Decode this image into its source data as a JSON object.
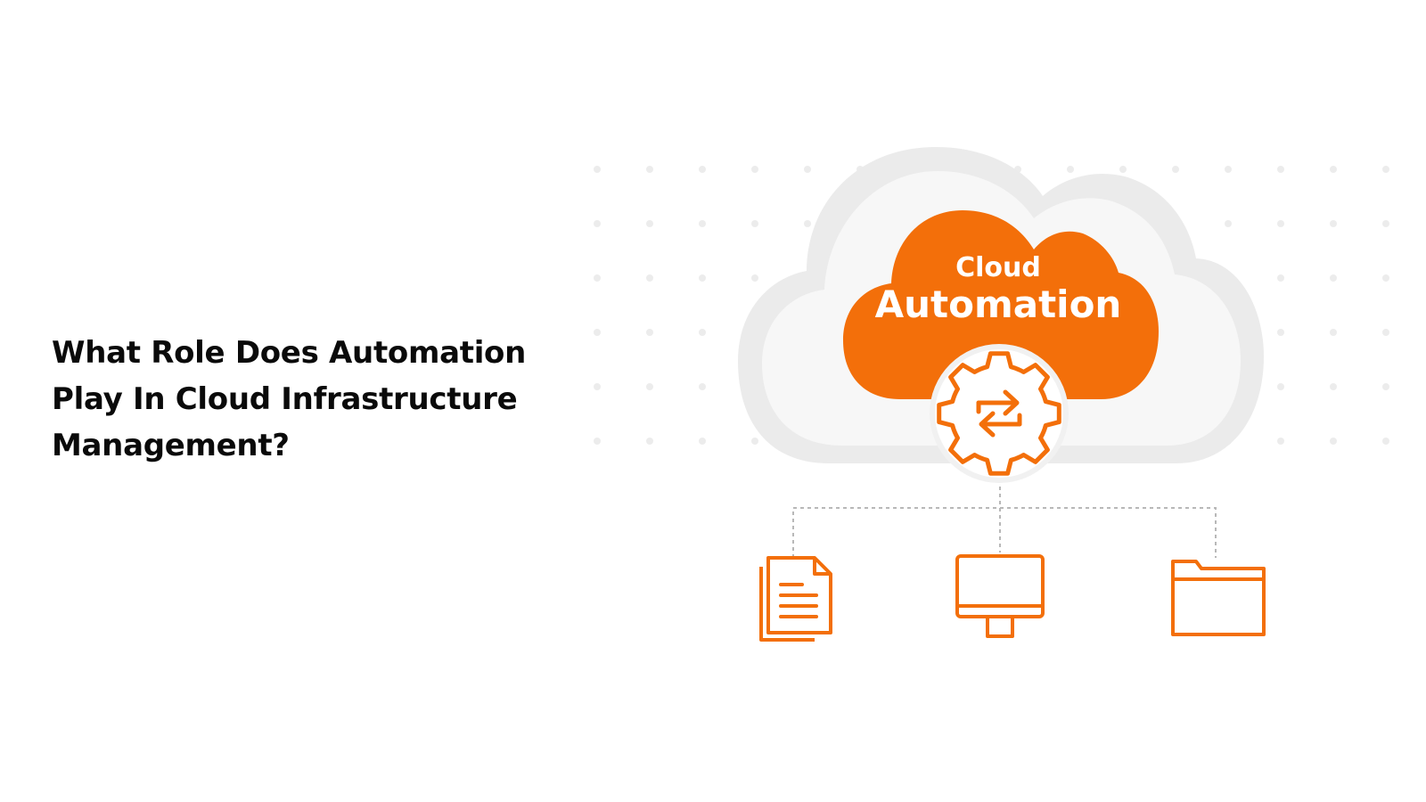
{
  "headline": {
    "line1": "What Role Does Automation",
    "line2": "Play In Cloud Infrastructure",
    "line3": "Management?"
  },
  "graphic": {
    "cloud_label_top": "Cloud",
    "cloud_label_main": "Automation",
    "accent_color": "#f36f0a",
    "outer_cloud_color": "#e9e9e9",
    "icons": [
      "document-icon",
      "monitor-icon",
      "folder-icon",
      "gear-sync-icon"
    ]
  }
}
